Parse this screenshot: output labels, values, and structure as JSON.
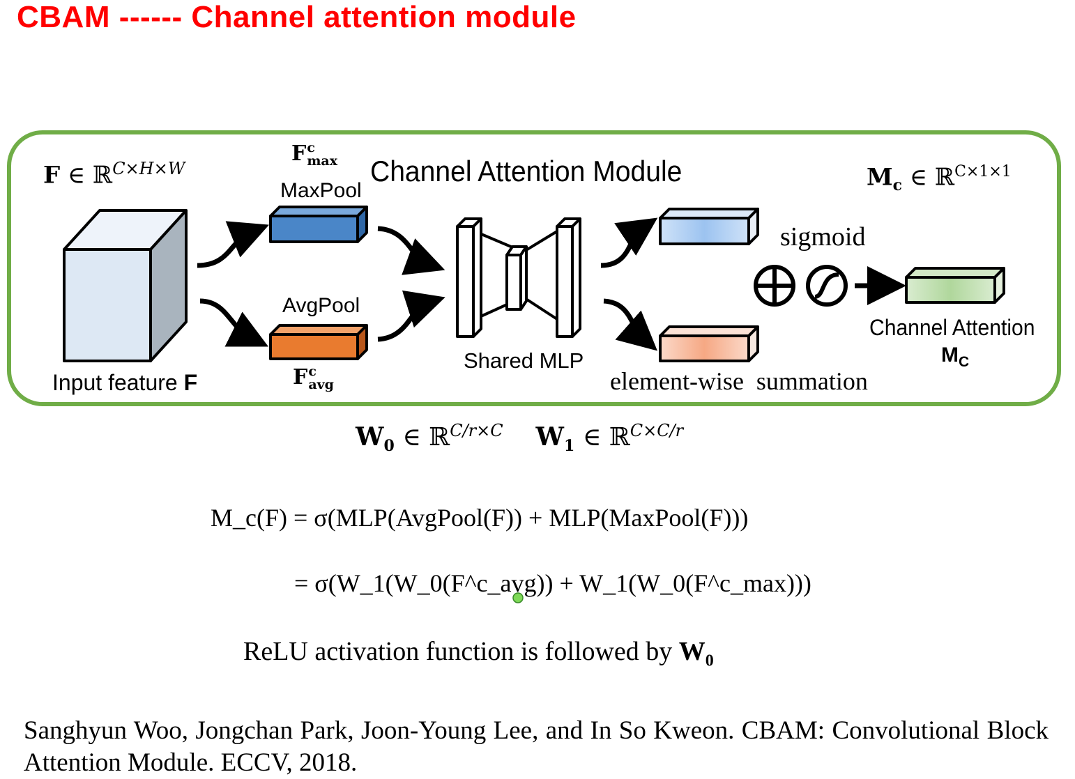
{
  "slide": {
    "title": "CBAM  ------ Channel attention module"
  },
  "diagram": {
    "module_title": "Channel Attention Module",
    "input_tensor": {
      "symbol": "F",
      "relation": "∈ ℝ",
      "dims": "C×H×W"
    },
    "output_tensor": {
      "symbol": "M",
      "sub": "c",
      "relation": "∈ ℝ",
      "dims": "C×1×1"
    },
    "input_label_text": "Input feature",
    "input_label_symbol": "F",
    "maxpool_label": "MaxPool",
    "avgpool_label": "AvgPool",
    "fmax": {
      "base": "F",
      "sup": "c",
      "sub": "max"
    },
    "favg": {
      "base": "F",
      "sup": "c",
      "sub": "avg"
    },
    "shared_mlp_label": "Shared MLP",
    "sigmoid_label": "sigmoid",
    "sum_label": "element-wise  summation",
    "output_label_line1": "Channel Attention",
    "output_label_symbol": "M",
    "output_label_sub": "C",
    "colors": {
      "frame": "#70ad47",
      "maxpool_bar": "#4a86c8",
      "avgpool_bar": "#e97b2f",
      "input_cube_front": "#dde8f4",
      "input_cube_side": "#a9b4be",
      "out_blue": "#a9c9ef",
      "out_orange": "#f6b79b",
      "out_green": "#b6d9a5"
    }
  },
  "weights": {
    "w0": {
      "symbol": "W",
      "sub": "0",
      "relation": "∈ ℝ",
      "dims": "C/r×C"
    },
    "w1": {
      "symbol": "W",
      "sub": "1",
      "relation": "∈ ℝ",
      "dims": "C×C/r"
    }
  },
  "equations": {
    "line1": "M_c(F) = σ(MLP(AvgPool(F)) + MLP(MaxPool(F)))",
    "line2": "= σ(W_1(W_0(F^c_avg)) + W_1(W_0(F^c_max)))",
    "note_text": "ReLU activation function is followed by",
    "note_symbol": "W",
    "note_sub": "0"
  },
  "citation": {
    "text": "Sanghyun Woo, Jongchan Park, Joon-Young Lee, and In So Kweon. CBAM: Convolutional Block Attention Module. ECCV, 2018."
  }
}
